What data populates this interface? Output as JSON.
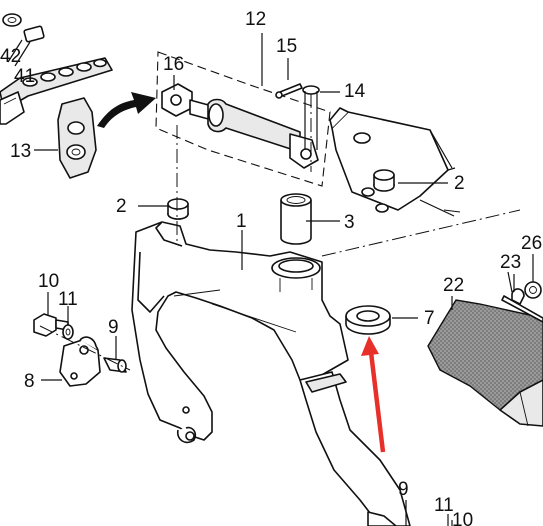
{
  "diagram": {
    "callouts": {
      "c42": "42",
      "c41": "41",
      "c13": "13",
      "c16": "16",
      "c12": "12",
      "c15": "15",
      "c14": "14",
      "c2a": "2",
      "c2b": "2",
      "c1": "1",
      "c3": "3",
      "c7": "7",
      "c10": "10",
      "c11a": "11",
      "c9a": "9",
      "c8": "8",
      "c22": "22",
      "c23": "23",
      "c26": "26",
      "c9b": "9",
      "c11b": "11",
      "c10b": "10"
    },
    "colors": {
      "line": "#111111",
      "highlight_arrow": "#e8302a",
      "pad_fill": "#8a8a8a",
      "part_fill": "#ffffff"
    },
    "icons": {
      "highlight": "red-arrow-icon",
      "direction": "black-curved-arrow-icon"
    }
  }
}
